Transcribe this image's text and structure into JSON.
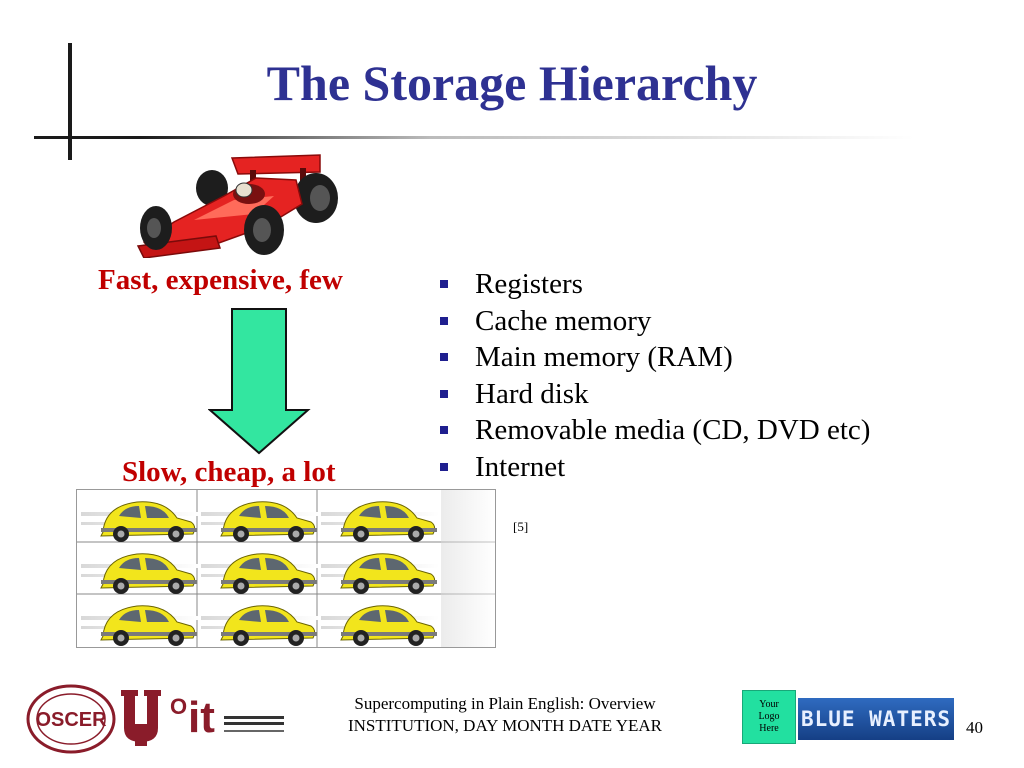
{
  "slide": {
    "title": "The Storage Hierarchy",
    "fast_label": "Fast, expensive, few",
    "slow_label": "Slow, cheap, a lot",
    "hierarchy_items": [
      "Registers",
      "Cache memory",
      "Main memory (RAM)",
      "Hard disk",
      "Removable media (CD, DVD etc)",
      "Internet"
    ],
    "citation": "[5]",
    "arrow_color": "#33e6a0",
    "title_color": "#2e3192",
    "label_color": "#c00000"
  },
  "footer": {
    "line1": "Supercomputing in Plain English: Overview",
    "line2": "INSTITUTION, DAY MONTH DATE YEAR",
    "page_number": "40",
    "logo_placeholder": [
      "Your",
      "Logo",
      "Here"
    ],
    "blue_waters": "BLUE WATERS",
    "logos": [
      "oscer-seal-logo",
      "ou-logo",
      "ou-it-logo"
    ]
  },
  "images": {
    "top": "race-car-icon",
    "bottom": "yellow-beetle-car-icon",
    "grid_rows": 3,
    "grid_cols": 3
  }
}
